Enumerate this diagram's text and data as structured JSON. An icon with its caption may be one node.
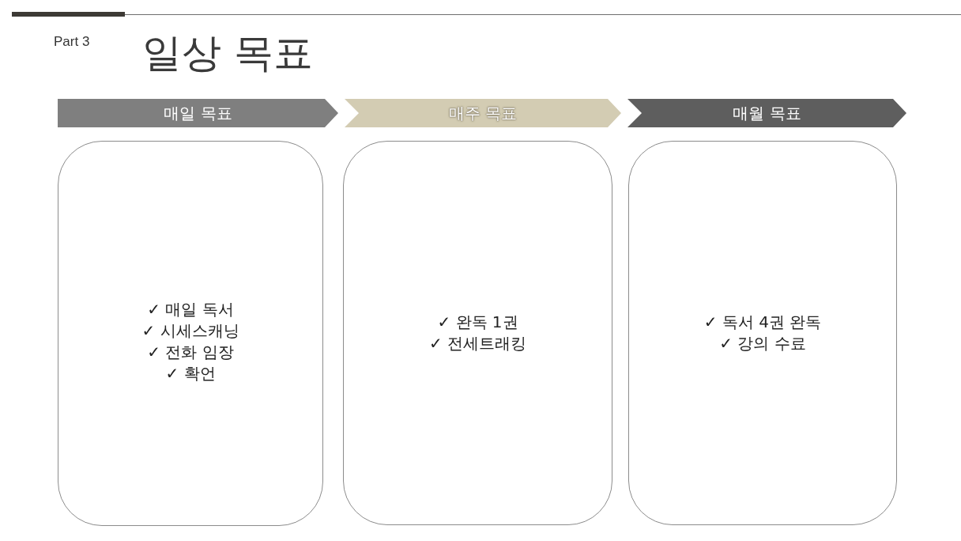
{
  "diagram": {
    "title": "일상 목표",
    "nodes": [
      {
        "text": [
          "매일 목표"
        ]
      },
      {
        "text": [
          "매주 목표"
        ]
      },
      {
        "text": [
          "매월 목표"
        ]
      },
      {
        "text": [
          "✓ 매일 독서",
          "✓ 시세스캐닝",
          "✓ 전화 임장",
          "✓ 확언"
        ]
      },
      {
        "text": [
          "✓ 완독 1권",
          "✓ 전세트래킹"
        ]
      },
      {
        "text": [
          "✓ 독서 4권 완독",
          "✓ 강의 수료"
        ]
      }
    ],
    "labels": [
      "Part 3"
    ]
  }
}
